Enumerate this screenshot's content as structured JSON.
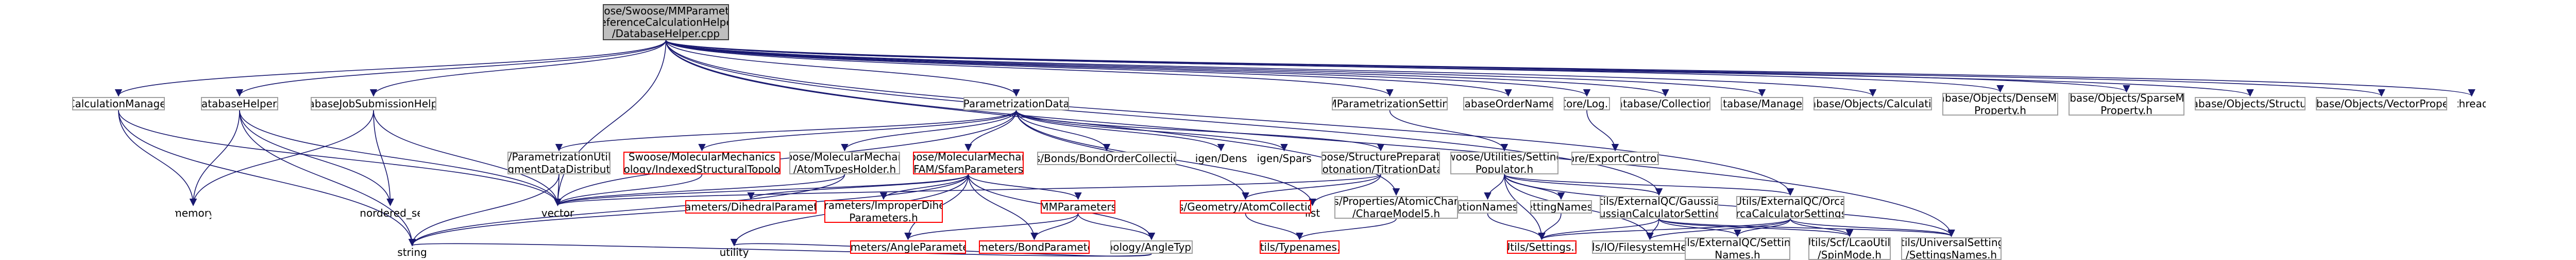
{
  "graph": {
    "edge_color": "#191970",
    "root_fill": "#bfbfbf",
    "node_border": "#a0a0a0",
    "incomplete_border": "#ff0000"
  },
  "nodes": [
    {
      "id": "root",
      "label": "src/Swoose/Swoose/MMParametrization\n/ReferenceCalculationHelpers\n/DatabaseHelper.cpp",
      "style": "root"
    },
    {
      "id": "calcmgr",
      "label": "../CalculationManager.h"
    },
    {
      "id": "dbhelper",
      "label": "DatabaseHelper.h"
    },
    {
      "id": "dbjob",
      "label": "DatabaseJobSubmissionHelper.h"
    },
    {
      "id": "paramdata",
      "label": "../ParametrizationData.h"
    },
    {
      "id": "mmsettings",
      "label": "../MMParametrizationSettings.h"
    },
    {
      "id": "ordernames",
      "label": "DatabaseOrderNames.h"
    },
    {
      "id": "corelog",
      "label": "Core/Log.h"
    },
    {
      "id": "dbcollection",
      "label": "Database/Collection.h"
    },
    {
      "id": "dbmanager",
      "label": "Database/Manager.h"
    },
    {
      "id": "dbcalc",
      "label": "Database/Objects/Calculation.h"
    },
    {
      "id": "densematrix",
      "label": "Database/Objects/DenseMatrix\nProperty.h"
    },
    {
      "id": "sparsematrix",
      "label": "Database/Objects/SparseMatrix\nProperty.h"
    },
    {
      "id": "dbstructure",
      "label": "Database/Objects/Structure.h"
    },
    {
      "id": "vectorprop",
      "label": "Database/Objects/VectorProperty.h"
    },
    {
      "id": "thread",
      "label": "thread",
      "style": "plain"
    },
    {
      "id": "fragdist",
      "label": "../ParametrizationUtils\n/FragmentDataDistributor.h"
    },
    {
      "id": "indexedtopo",
      "label": "Swoose/MolecularMechanics\n/Topology/IndexedStructuralTopology.h",
      "style": "red"
    },
    {
      "id": "atomtypes",
      "label": "Swoose/MolecularMechanics\n/AtomTypesHolder.h"
    },
    {
      "id": "sfam",
      "label": "Swoose/MolecularMechanics\n/SFAM/SfamParameters.h",
      "style": "red"
    },
    {
      "id": "bondorder",
      "label": "Utils/Bonds/BondOrderCollection.h"
    },
    {
      "id": "eigendense",
      "label": "Eigen/Dense",
      "style": "plain"
    },
    {
      "id": "eigensparse",
      "label": "Eigen/Sparse",
      "style": "plain"
    },
    {
      "id": "protonation",
      "label": "Swoose/StructurePreparation\n/Protonation/TitrationData.h"
    },
    {
      "id": "settingspop",
      "label": "Swoose/Utilities/Settings\nPopulator.h"
    },
    {
      "id": "coreexport",
      "label": "Core/ExportControl.h"
    },
    {
      "id": "memory",
      "label": "memory",
      "style": "plain"
    },
    {
      "id": "unordered",
      "label": "unordered_set",
      "style": "plain"
    },
    {
      "id": "vector",
      "label": "vector",
      "style": "plain"
    },
    {
      "id": "list",
      "label": "list",
      "style": "plain"
    },
    {
      "id": "string",
      "label": "string",
      "style": "plain"
    },
    {
      "id": "utility",
      "label": "utility",
      "style": "plain"
    },
    {
      "id": "dihedral",
      "label": "../Parameters/DihedralParameters.h",
      "style": "red"
    },
    {
      "id": "improper",
      "label": "../Parameters/ImproperDihedral\nParameters.h",
      "style": "red"
    },
    {
      "id": "mmparams",
      "label": "../MMParameters.h",
      "style": "red"
    },
    {
      "id": "atomcoll",
      "label": "Utils/Geometry/AtomCollection.h",
      "style": "red"
    },
    {
      "id": "angleparams",
      "label": "Parameters/AngleParameters.h",
      "style": "red"
    },
    {
      "id": "bondparams",
      "label": "Parameters/BondParameters.h",
      "style": "red"
    },
    {
      "id": "angletype",
      "label": "Topology/AngleType.h"
    },
    {
      "id": "typenames",
      "label": "Utils/Typenames.h",
      "style": "red"
    },
    {
      "id": "atomiccharges",
      "label": "Utils/Properties/AtomicCharges\n/ChargeModel5.h"
    },
    {
      "id": "optionnames",
      "label": "OptionNames.h"
    },
    {
      "id": "settingnames",
      "label": "SettingNames.h"
    },
    {
      "id": "gaussian",
      "label": "Utils/ExternalQC/Gaussian\n/GaussianCalculatorSettings.h"
    },
    {
      "id": "orca",
      "label": "Utils/ExternalQC/Orca\n/OrcaCalculatorSettings.h"
    },
    {
      "id": "utilssettings",
      "label": "Utils/Settings.h",
      "style": "red"
    },
    {
      "id": "qcfilesystem",
      "label": "Utils/IO/FilesystemHelpers.h"
    },
    {
      "id": "extsettingnames",
      "label": "Utils/ExternalQC/Settings\nNames.h"
    },
    {
      "id": "spinmode",
      "label": "Utils/Scf/LcaoUtils\n/SpinMode.h"
    },
    {
      "id": "univsettings",
      "label": "Utils/UniversalSettings\n/SettingsNames.h"
    }
  ],
  "edges": [
    [
      "root",
      "calcmgr"
    ],
    [
      "root",
      "dbhelper"
    ],
    [
      "root",
      "dbjob"
    ],
    [
      "root",
      "paramdata"
    ],
    [
      "root",
      "mmsettings"
    ],
    [
      "root",
      "ordernames"
    ],
    [
      "root",
      "corelog"
    ],
    [
      "root",
      "dbcollection"
    ],
    [
      "root",
      "dbmanager"
    ],
    [
      "root",
      "dbcalc"
    ],
    [
      "root",
      "densematrix"
    ],
    [
      "root",
      "sparsematrix"
    ],
    [
      "root",
      "dbstructure"
    ],
    [
      "root",
      "vectorprop"
    ],
    [
      "root",
      "thread"
    ],
    [
      "root",
      "atomiccharges"
    ],
    [
      "root",
      "gaussian"
    ],
    [
      "root",
      "orca"
    ],
    [
      "root",
      "univsettings"
    ],
    [
      "root",
      "vector"
    ],
    [
      "calcmgr",
      "memory"
    ],
    [
      "calcmgr",
      "vector"
    ],
    [
      "calcmgr",
      "string"
    ],
    [
      "dbhelper",
      "memory"
    ],
    [
      "dbhelper",
      "vector"
    ],
    [
      "dbhelper",
      "unordered"
    ],
    [
      "dbhelper",
      "string"
    ],
    [
      "dbjob",
      "memory"
    ],
    [
      "dbjob",
      "unordered"
    ],
    [
      "dbjob",
      "vector"
    ],
    [
      "paramdata",
      "fragdist"
    ],
    [
      "paramdata",
      "indexedtopo"
    ],
    [
      "paramdata",
      "atomtypes"
    ],
    [
      "paramdata",
      "sfam"
    ],
    [
      "paramdata",
      "bondorder"
    ],
    [
      "paramdata",
      "eigendense"
    ],
    [
      "paramdata",
      "eigensparse"
    ],
    [
      "paramdata",
      "protonation"
    ],
    [
      "paramdata",
      "vector"
    ],
    [
      "paramdata",
      "list"
    ],
    [
      "paramdata",
      "atomcoll"
    ],
    [
      "fragdist",
      "vector"
    ],
    [
      "fragdist",
      "string"
    ],
    [
      "indexedtopo",
      "vector"
    ],
    [
      "atomtypes",
      "vector"
    ],
    [
      "atomtypes",
      "string"
    ],
    [
      "sfam",
      "vector"
    ],
    [
      "sfam",
      "dihedral"
    ],
    [
      "sfam",
      "improper"
    ],
    [
      "sfam",
      "mmparams"
    ],
    [
      "sfam",
      "angleparams"
    ],
    [
      "sfam",
      "bondparams"
    ],
    [
      "sfam",
      "angletype"
    ],
    [
      "sfam",
      "utility"
    ],
    [
      "sfam",
      "string"
    ],
    [
      "mmparams",
      "angleparams"
    ],
    [
      "mmparams",
      "bondparams"
    ],
    [
      "mmparams",
      "angletype"
    ],
    [
      "angletype",
      "utility"
    ],
    [
      "angletype",
      "string"
    ],
    [
      "protonation",
      "atomcoll"
    ],
    [
      "protonation",
      "list"
    ],
    [
      "protonation",
      "vector"
    ],
    [
      "atomcoll",
      "typenames"
    ],
    [
      "atomiccharges",
      "typenames"
    ],
    [
      "mmsettings",
      "settingspop"
    ],
    [
      "corelog",
      "coreexport"
    ],
    [
      "settingspop",
      "optionnames"
    ],
    [
      "settingspop",
      "settingnames"
    ],
    [
      "settingspop",
      "gaussian"
    ],
    [
      "settingspop",
      "orca"
    ],
    [
      "settingspop",
      "utilssettings"
    ],
    [
      "settingspop",
      "qcfilesystem"
    ],
    [
      "settingspop",
      "univsettings"
    ],
    [
      "optionnames",
      "utilssettings"
    ],
    [
      "settingnames",
      "utilssettings"
    ],
    [
      "gaussian",
      "utilssettings"
    ],
    [
      "gaussian",
      "qcfilesystem"
    ],
    [
      "gaussian",
      "extsettingnames"
    ],
    [
      "gaussian",
      "spinmode"
    ],
    [
      "gaussian",
      "univsettings"
    ],
    [
      "orca",
      "utilssettings"
    ],
    [
      "orca",
      "qcfilesystem"
    ],
    [
      "orca",
      "extsettingnames"
    ],
    [
      "orca",
      "spinmode"
    ],
    [
      "orca",
      "univsettings"
    ]
  ]
}
